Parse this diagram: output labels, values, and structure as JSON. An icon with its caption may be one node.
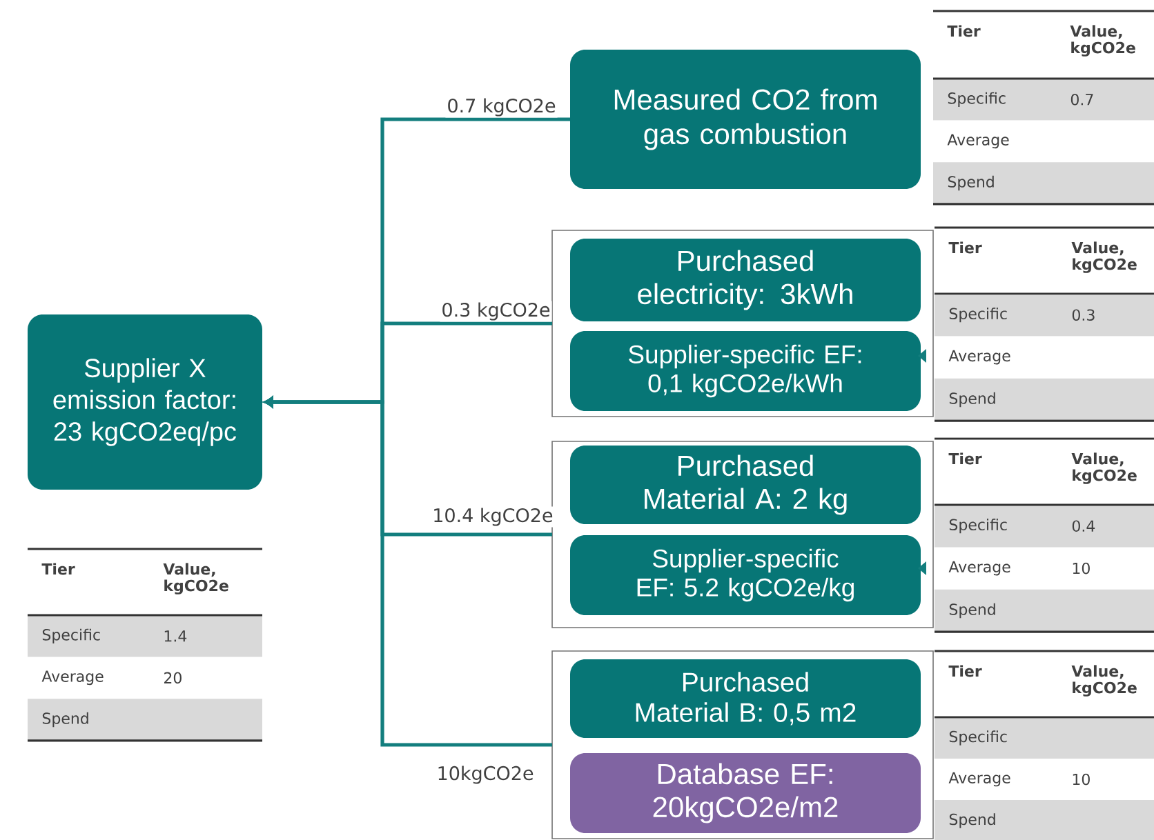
{
  "diagram": {
    "nodes": [
      {
        "text": [
          "Supplier X emission factor: 23 kgCO2eq/pc"
        ]
      },
      {
        "text": [
          "Measured CO2 from gas combustion"
        ]
      },
      {
        "text": [],
        "shape": "box"
      },
      {
        "text": [
          "Purchased electricity: 3kWh"
        ],
        "in": 2
      },
      {
        "text": [
          "Supplier-specific EF: 0,1 kgCO2e/kWh"
        ],
        "in": 2
      },
      {
        "text": [],
        "shape": "box"
      },
      {
        "text": [
          "Purchased Material A: 2 kg"
        ],
        "in": 5
      },
      {
        "text": [
          "Supplier-specific EF: 5.2 kgCO2e/kg"
        ],
        "in": 5
      },
      {
        "text": [],
        "shape": "box"
      },
      {
        "text": [
          "Purchased Material B: 0,5 m2"
        ],
        "in": 8
      },
      {
        "text": [
          "Database EF: 20kgCO2e/m2"
        ],
        "in": 8
      }
    ],
    "edges": [
      {
        "from": 1,
        "to": 0,
        "arrow": "to",
        "label": "0.7 kgCO2e"
      },
      {
        "from": 2,
        "to": 0,
        "arrow": "to",
        "label": "0.3 kgCO2e"
      },
      {
        "from": 5,
        "to": 0,
        "arrow": "to",
        "label": "10.4 kgCO2e"
      },
      {
        "from": 8,
        "to": 0,
        "arrow": "to",
        "label": "10kgCO2e"
      }
    ],
    "labels": [
      "Tier",
      "Value, kgCO2e",
      "Specific",
      "0.7",
      "Average",
      "Spend",
      "Tier",
      "Value, kgCO2e",
      "Specific",
      "0.3",
      "Average",
      "Spend",
      "Tier",
      "Value, kgCO2e",
      "Specific",
      "0.4",
      "Average",
      "10",
      "Spend",
      "Tier",
      "Value, kgCO2e",
      "Specific",
      "Average",
      "10",
      "Spend",
      "Tier",
      "Value, kgCO2e",
      "Specific",
      "1.4",
      "Average",
      "20",
      "Spend"
    ]
  }
}
